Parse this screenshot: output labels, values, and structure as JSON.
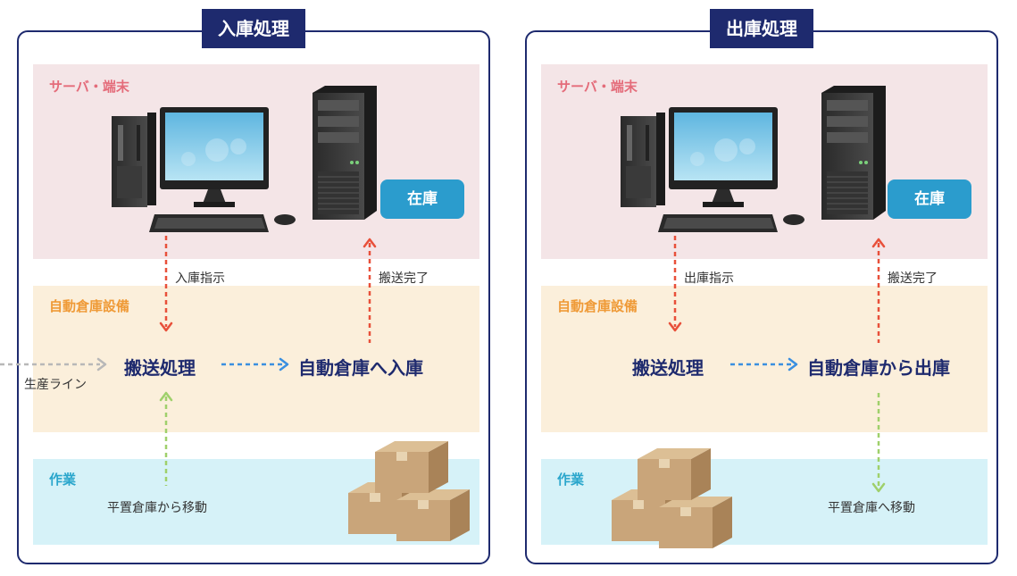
{
  "left": {
    "title": "入庫処理",
    "zone_server": "サーバ・端末",
    "zone_auto": "自動倉庫設備",
    "zone_work": "作業",
    "stock": "在庫",
    "instruction": "入庫指示",
    "complete": "搬送完了",
    "transport": "搬送処理",
    "result": "自動倉庫へ入庫",
    "production_line": "生産ライン",
    "move": "平置倉庫から移動"
  },
  "right": {
    "title": "出庫処理",
    "zone_server": "サーバ・端末",
    "zone_auto": "自動倉庫設備",
    "zone_work": "作業",
    "stock": "在庫",
    "instruction": "出庫指示",
    "complete": "搬送完了",
    "transport": "搬送処理",
    "result": "自動倉庫から出庫",
    "move": "平置倉庫へ移動"
  },
  "colors": {
    "navy": "#1e2a6e",
    "red_arrow": "#e8503a",
    "blue_arrow": "#3a8fe0",
    "green_arrow": "#9fd06b",
    "gray_arrow": "#b8b8b8"
  },
  "icons": [
    "desktop-computer-icon",
    "server-tower-icon",
    "cardboard-boxes-icon"
  ]
}
